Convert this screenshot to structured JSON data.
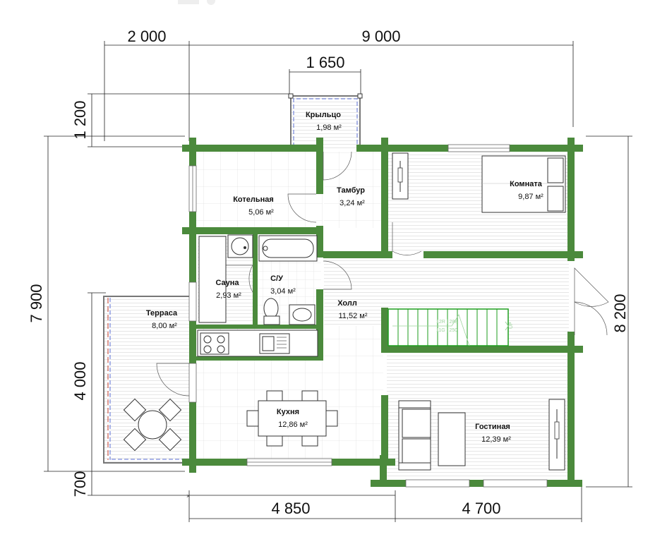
{
  "dimensions": {
    "top_left": "2 000",
    "top_main": "9 000",
    "porch_width": "1 650",
    "porch_depth": "1 200",
    "left_total": "7 900",
    "right_total": "8 200",
    "terrace_depth": "4 000",
    "bottom_offset": "700",
    "bottom_left": "4 850",
    "bottom_right": "4 700"
  },
  "rooms": {
    "porch": {
      "name": "Крыльцо",
      "area": "1,98 м²"
    },
    "boiler": {
      "name": "Котельная",
      "area": "5,06 м²"
    },
    "vestibule": {
      "name": "Тамбур",
      "area": "3,24 м²"
    },
    "room": {
      "name": "Комната",
      "area": "9,87 м²"
    },
    "sauna": {
      "name": "Сауна",
      "area": "2,93 м²"
    },
    "bathroom": {
      "name": "С/У",
      "area": "3,04 м²"
    },
    "hall": {
      "name": "Холл",
      "area": "11,52 м²"
    },
    "terrace": {
      "name": "Терраса",
      "area": "8,00 м²"
    },
    "kitchen": {
      "name": "Кухня",
      "area": "12,86 м²"
    },
    "living": {
      "name": "Гостиная",
      "area": "12,39 м²"
    }
  },
  "stairs": {
    "label_r": "12R | 288",
    "label_g": "11G | 250",
    "up": "UP"
  },
  "colors": {
    "wall": "#4b8a3c",
    "dims": "#111111",
    "floor_lines": "#d0d0d0",
    "glass": "#5b6fd6"
  }
}
